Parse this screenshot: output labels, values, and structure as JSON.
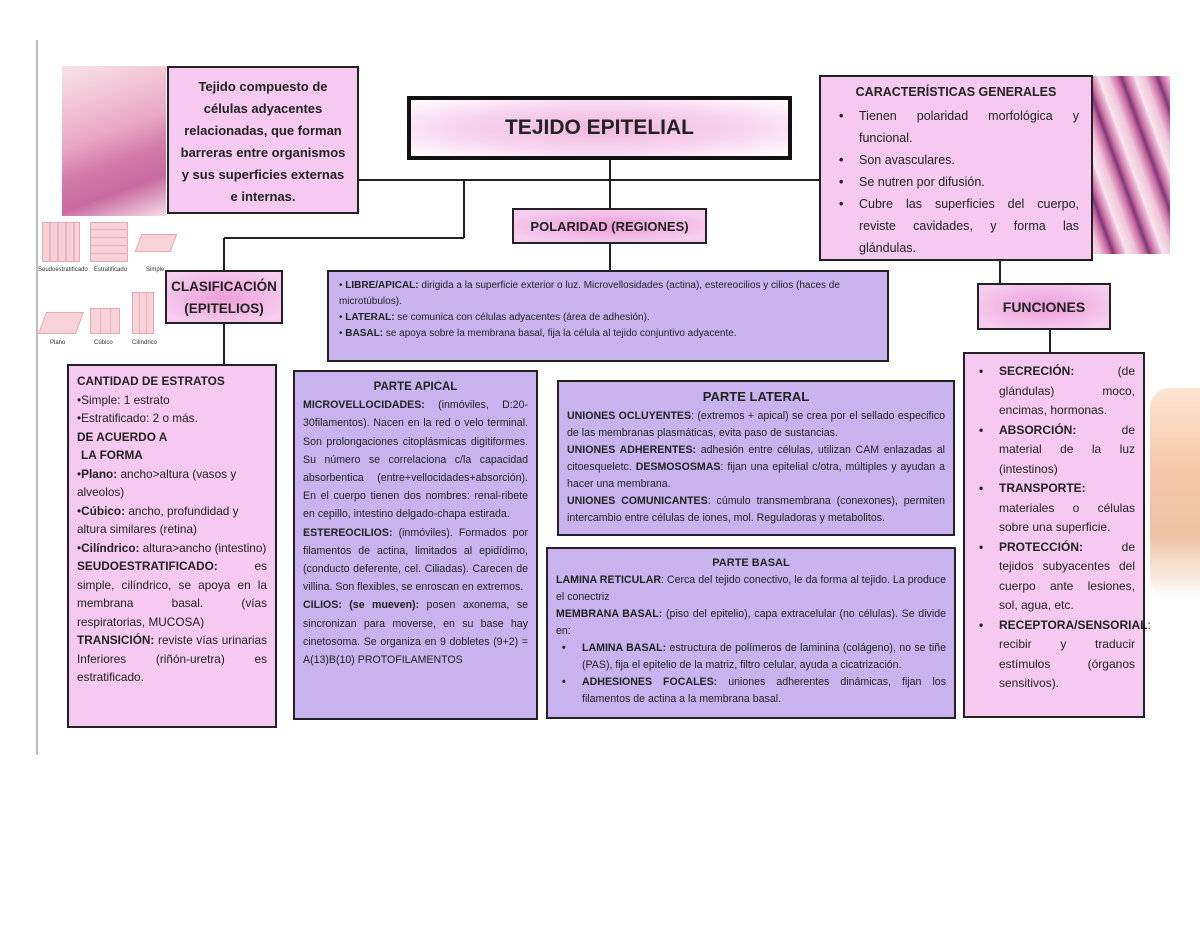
{
  "title": "TEJIDO EPITELIAL",
  "definition": "Tejido compuesto de células adyacentes relacionadas, que forman barreras entre organismos y sus superficies externas e internas.",
  "polaridad_label": "POLARIDAD (REGIONES)",
  "clasificacion_label": [
    "CLASIFICACIÓN",
    "(EPITELIOS)"
  ],
  "funciones_label": "FUNCIONES",
  "cell_shape_labels": {
    "top": [
      "Seudoestratificado",
      "Estratificado",
      "Simple"
    ],
    "bottom": [
      "Plano",
      "Cúbico",
      "Cilíndrico"
    ]
  },
  "caracteristicas": {
    "heading": "CARACTERÍSTICAS GENERALES",
    "items": [
      "Tienen polaridad morfológica y funcional.",
      "Son avasculares.",
      "Se nutren por difusión.",
      "Cubre las superficies del cuerpo, reviste cavidades, y forma las glándulas."
    ]
  },
  "polaridad_items": [
    {
      "term": "LIBRE/APICAL:",
      "text": " dirigida a la superficie exterior o luz. Microvellosidades (actina), estereocilios y cilios (haces de microtúbulos)."
    },
    {
      "term": "LATERAL:",
      "text": " se comunica con células adyacentes (área de adhesión)."
    },
    {
      "term": "BASAL:",
      "text": " se apoya sobre la membrana basal, fija la célula al tejido conjuntivo adyacente."
    }
  ],
  "clasificacion": {
    "heading": "CANTIDAD DE ESTRATOS",
    "estratos": [
      "Simple: 1 estrato",
      "Estratificado: 2 o más."
    ],
    "forma_heading_1": "DE ACUERDO A",
    "forma_heading_2": "LA FORMA",
    "forma": [
      {
        "term": "Plano:",
        "text": " ancho>altura (vasos y alveolos)"
      },
      {
        "term": "Cúbico:",
        "text": " ancho, profundidad y altura similares (retina)"
      },
      {
        "term": "Cilíndrico:",
        "text": " altura>ancho (intestino)"
      }
    ],
    "seudo_term": "SEUDOESTRATIFICADO:",
    "seudo_text": " es simple, cilíndrico, se apoya en la membrana basal. (vías respiratorias, MUCOSA)",
    "trans_term": "TRANSICIÓN:",
    "trans_text": " reviste vías urinarias Inferiores (riñón-uretra) es estratificado."
  },
  "apical": {
    "heading": "PARTE APICAL",
    "micro_term": "MICROVELLOCIDADES:",
    "micro_text": " (inmóviles, D:20-30filamentos). Nacen en la red o velo terminal. Son prolongaciones citoplásmicas digitiformes. Su número se correlaciona c/la capacidad absorbentica (entre+vellocidades+absorción). En el cuerpo tienen dos nombres: renal-ribete en cepillo, intestino delgado-chapa estirada.",
    "estereo_term": "ESTEREOCILIOS:",
    "estereo_text": " (inmóviles). Formados por filamentos de actina, limitados al epidídimo, (conducto deferente, cel. Ciliadas). Carecen de villina. Son flexibles, se enroscan en extremos.",
    "cilios_term": "CILIOS: (se mueven):",
    "cilios_text": " posen axonema, se sincronizan para moverse, en su base hay cinetosoma. Se organiza en 9 dobletes (9+2) = A(13)B(10) PROTOFILAMENTOS"
  },
  "lateral": {
    "heading": "PARTE LATERAL",
    "ocl_term": "UNIONES OCLUYENTES",
    "ocl_text": ": (extremos + apical) se crea por el sellado especifico de las membranas plasmáticas, evita paso de sustancias.",
    "adh_term": "UNIONES ADHERENTES:",
    "adh_text": " adhesión entre células, utilizan CAM enlazadas al citoesqueletc. ",
    "des_term": "DESMOSOSMAS",
    "des_text": ": fijan una epitelial c/otra, múltiples y ayudan a hacer una membrana.",
    "com_term": "UNIONES COMUNICANTES",
    "com_text": ": cúmulo transmembrana (conexones), permiten intercambio entre células de iones, mol. Reguladoras y metabolitos."
  },
  "basal": {
    "heading": "PARTE BASAL",
    "lam_term": "LAMINA RETICULAR",
    "lam_text": ": Cerca del tejido conectivo, le da forma al tejido. La produce el conectriz",
    "mem_term": "MEMBRANA BASAL:",
    "mem_text": " (piso del epitelio), capa extracelular (no células). Se divide en:",
    "items": [
      {
        "term": "LAMINA BASAL:",
        "text": " estructura de polímeros de laminina (colágeno), no se tiñe (PAS), fija el epitelio de la matriz, filtro celular, ayuda a cicatrización."
      },
      {
        "term": "ADHESIONES FOCALES:",
        "text": " uniones adherentes dinámicas, fijan los filamentos de actina a la membrana basal."
      }
    ]
  },
  "funciones": [
    {
      "term": "SECRECIÓN:",
      "text": " (de glándulas) moco, encimas, hormonas."
    },
    {
      "term": "ABSORCIÓN:",
      "text": " de material de la luz (intestinos)"
    },
    {
      "term": "TRANSPORTE:",
      "text": " materiales o células sobre una superficie."
    },
    {
      "term": "PROTECCIÓN:",
      "text": " de tejidos subyacentes del cuerpo ante lesiones, sol, agua, etc."
    },
    {
      "term": "RECEPTORA/SENSORIAL",
      "text": ": recibir y traducir estímulos (órganos sensitivos)."
    }
  ],
  "colors": {
    "pink": "#f4c3f0",
    "violet": "#c9b3ef",
    "border": "#222222"
  }
}
